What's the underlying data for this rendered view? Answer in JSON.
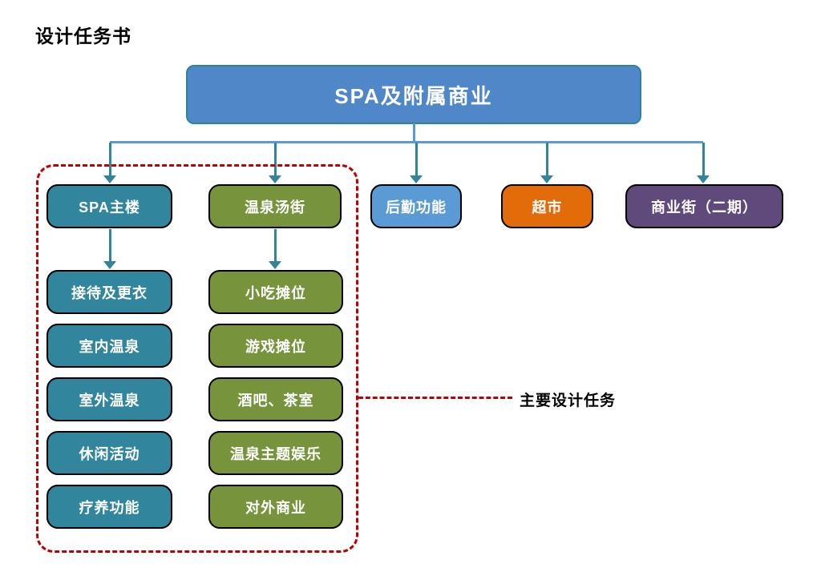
{
  "title": "设计任务书",
  "root": {
    "label": "SPA及附属商业"
  },
  "branches": [
    {
      "id": "spa-main",
      "label": "SPA主楼"
    },
    {
      "id": "hotspring-street",
      "label": "温泉汤街"
    },
    {
      "id": "logistics",
      "label": "后勤功能"
    },
    {
      "id": "supermarket",
      "label": "超市"
    },
    {
      "id": "commercial-street-phase2",
      "label": "商业街（二期）"
    }
  ],
  "spa_main_children": [
    "接待及更衣",
    "室内温泉",
    "室外温泉",
    "休闲活动",
    "疗养功能"
  ],
  "hotspring_street_children": [
    "小吃摊位",
    "游戏摊位",
    "酒吧、茶室",
    "温泉主题娱乐",
    "对外商业"
  ],
  "annotation": {
    "label": "主要设计任务"
  },
  "palette": {
    "root_fill": "#4F87C9",
    "root_border": "#2F849B",
    "teal": "#31859C",
    "olive_green": "#77933C",
    "blue": "#5B9BD5",
    "orange": "#E36C0A",
    "purple": "#604A7B",
    "trunk_line_blue": "#5B9BD5",
    "arrow_teal": "#31849B",
    "annotation_red": "#C00000",
    "box_text": "#FFFFFF",
    "title_text": "#000000"
  }
}
